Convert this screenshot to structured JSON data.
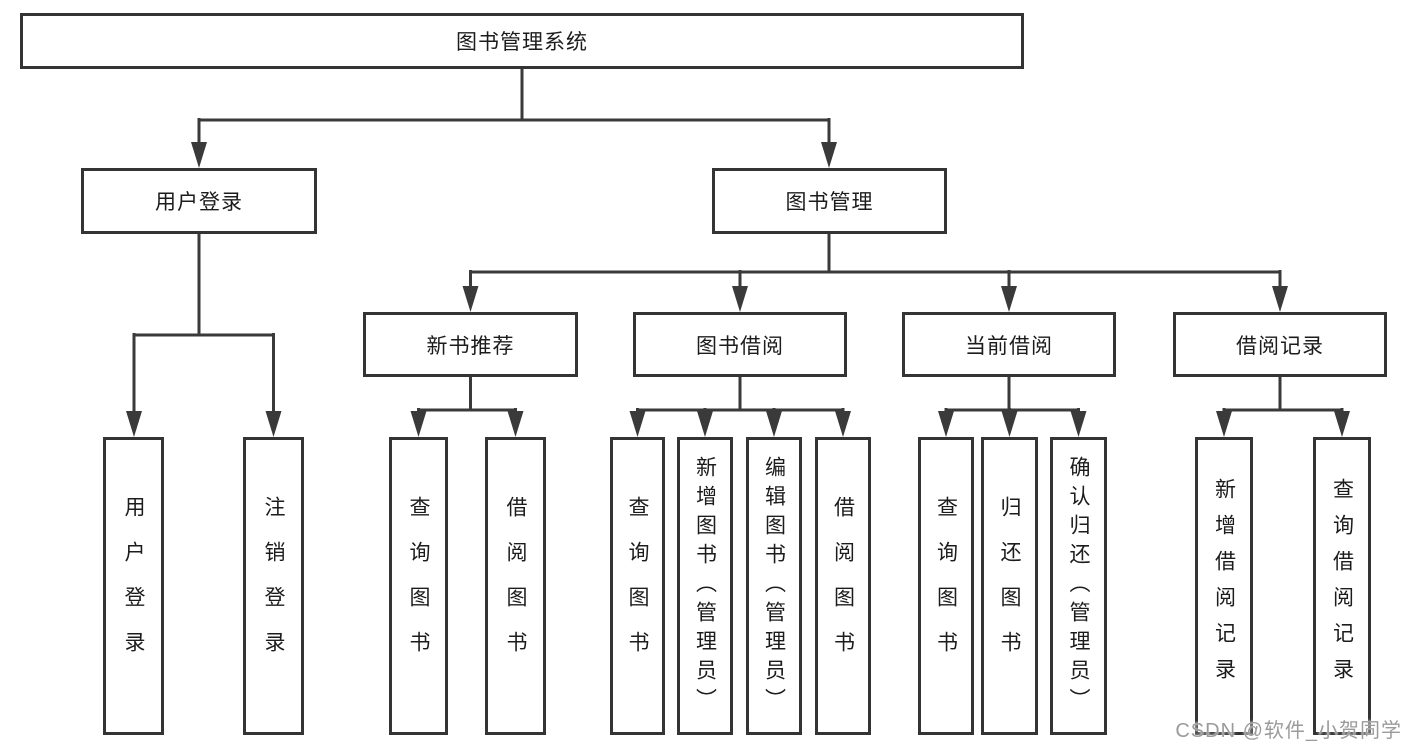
{
  "diagram": {
    "type": "hierarchy-tree",
    "orientation": "top-down"
  },
  "nodes": {
    "root": {
      "label": "图书管理系统"
    },
    "user_login": {
      "label": "用户登录"
    },
    "book_mgmt": {
      "label": "图书管理"
    },
    "new_book_rec": {
      "label": "新书推荐"
    },
    "book_borrow": {
      "label": "图书借阅"
    },
    "current_borrow": {
      "label": "当前借阅"
    },
    "borrow_record": {
      "label": "借阅记录"
    },
    "leaf_user_login": {
      "label": "用户登录"
    },
    "leaf_logout": {
      "label": "注销登录"
    },
    "leaf_nbr_query": {
      "label": "查询图书"
    },
    "leaf_nbr_borrow": {
      "label": "借阅图书"
    },
    "leaf_bb_query": {
      "label": "查询图书"
    },
    "leaf_bb_add": {
      "label": "新增图书（管理员）"
    },
    "leaf_bb_edit": {
      "label": "编辑图书（管理员）"
    },
    "leaf_bb_borrow": {
      "label": "借阅图书"
    },
    "leaf_cb_query": {
      "label": "查询图书"
    },
    "leaf_cb_return": {
      "label": "归还图书"
    },
    "leaf_cb_confirm": {
      "label": "确认归还（管理员）"
    },
    "leaf_br_add": {
      "label": "新增借阅记录"
    },
    "leaf_br_query": {
      "label": "查询借阅记录"
    }
  },
  "edges": [
    [
      "root",
      "user_login"
    ],
    [
      "root",
      "book_mgmt"
    ],
    [
      "user_login",
      "leaf_user_login"
    ],
    [
      "user_login",
      "leaf_logout"
    ],
    [
      "book_mgmt",
      "new_book_rec"
    ],
    [
      "book_mgmt",
      "book_borrow"
    ],
    [
      "book_mgmt",
      "current_borrow"
    ],
    [
      "book_mgmt",
      "borrow_record"
    ],
    [
      "new_book_rec",
      "leaf_nbr_query"
    ],
    [
      "new_book_rec",
      "leaf_nbr_borrow"
    ],
    [
      "book_borrow",
      "leaf_bb_query"
    ],
    [
      "book_borrow",
      "leaf_bb_add"
    ],
    [
      "book_borrow",
      "leaf_bb_edit"
    ],
    [
      "book_borrow",
      "leaf_bb_borrow"
    ],
    [
      "current_borrow",
      "leaf_cb_query"
    ],
    [
      "current_borrow",
      "leaf_cb_return"
    ],
    [
      "current_borrow",
      "leaf_cb_confirm"
    ],
    [
      "borrow_record",
      "leaf_br_add"
    ],
    [
      "borrow_record",
      "leaf_br_query"
    ]
  ],
  "watermark": {
    "text": "CSDN @软件_小贺同学"
  },
  "colors": {
    "background": "#ffffff",
    "box_border": "#343434",
    "box_fill": "#ffffff",
    "line": "#3a3a3a",
    "text": "#1c1c1c",
    "watermark": "#9b9b9b"
  }
}
